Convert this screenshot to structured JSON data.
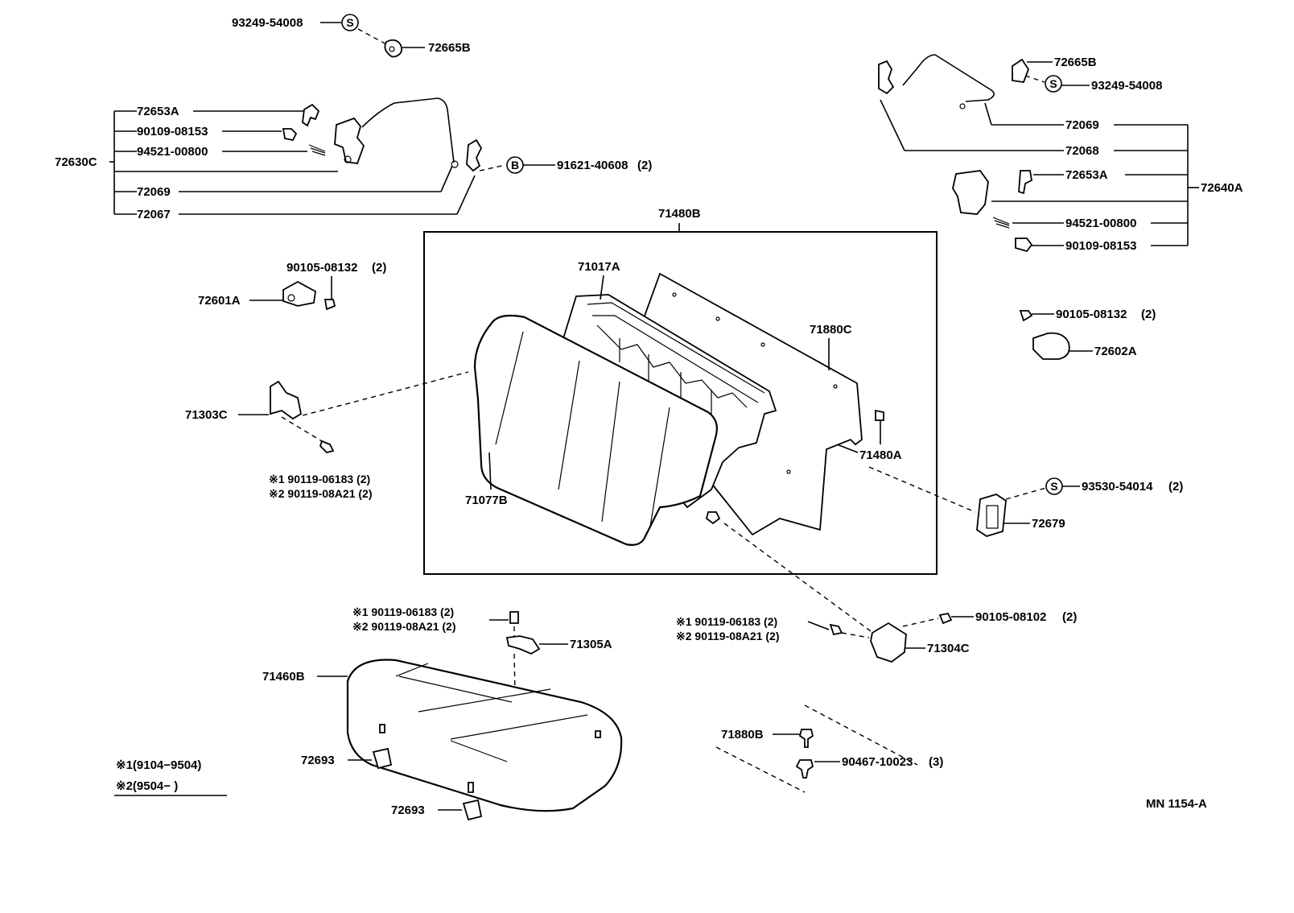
{
  "diagram_id": "MN 1154-A",
  "callout_symbols": {
    "s": "S",
    "b": "B"
  },
  "labels": {
    "p93249_top": "93249-54008",
    "p72665B_top": "72665B",
    "p72653A_left": "72653A",
    "p90109_left": "90109-08153",
    "p94521_left": "94521-00800",
    "p72630C": "72630C",
    "p72069_left": "72069",
    "p72067": "72067",
    "p91621": "91621-40608",
    "p91621_qty": "(2)",
    "p71480B": "71480B",
    "p90105_left": "90105-08132",
    "p90105_left_qty": "(2)",
    "p72601A": "72601A",
    "p71017A": "71017A",
    "p71880C": "71880C",
    "p71303C": "71303C",
    "p71480A": "71480A",
    "p71077B": "71077B",
    "left_bolt1": "※1 90119-06183 (2)",
    "left_bolt2": "※2 90119-08A21 (2)",
    "p72665B_right": "72665B",
    "p93249_right": "93249-54008",
    "p72069_right": "72069",
    "p72068": "72068",
    "p72653A_right": "72653A",
    "p72640A": "72640A",
    "p94521_right": "94521-00800",
    "p90109_right": "90109-08153",
    "p90105_right": "90105-08132",
    "p90105_right_qty": "(2)",
    "p72602A": "72602A",
    "p93530": "93530-54014",
    "p93530_qty": "(2)",
    "p72679": "72679",
    "mid_bolt1": "※1 90119-06183 (2)",
    "mid_bolt2": "※2 90119-08A21 (2)",
    "p71305A": "71305A",
    "p71460B": "71460B",
    "right_bolt1": "※1 90119-06183 (2)",
    "right_bolt2": "※2 90119-08A21 (2)",
    "p90105_08102": "90105-08102",
    "p90105_08102_qty": "(2)",
    "p71304C": "71304C",
    "p71880B": "71880B",
    "p90467": "90467-10023",
    "p90467_qty": "(3)",
    "p72693_a": "72693",
    "p72693_b": "72693"
  },
  "legend": {
    "note1": "※1(9104−9504)",
    "note2": "※2(9504−      )"
  }
}
